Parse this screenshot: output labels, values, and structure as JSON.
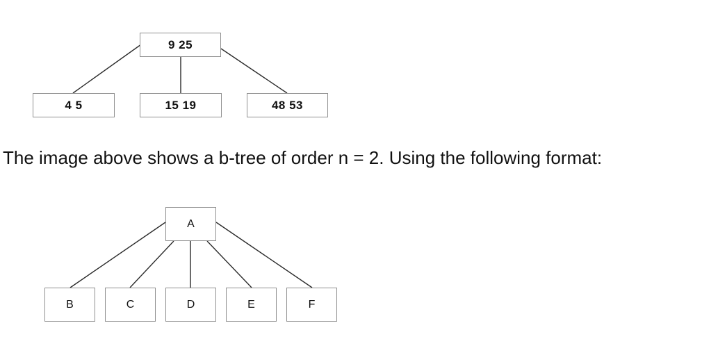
{
  "btree": {
    "root": "9 25",
    "children": [
      "4 5",
      "15 19",
      "48 53"
    ]
  },
  "description": "The image above shows a b-tree of order n = 2. Using the following format:",
  "format": {
    "root": "A",
    "children": [
      "B",
      "C",
      "D",
      "E",
      "F"
    ]
  }
}
